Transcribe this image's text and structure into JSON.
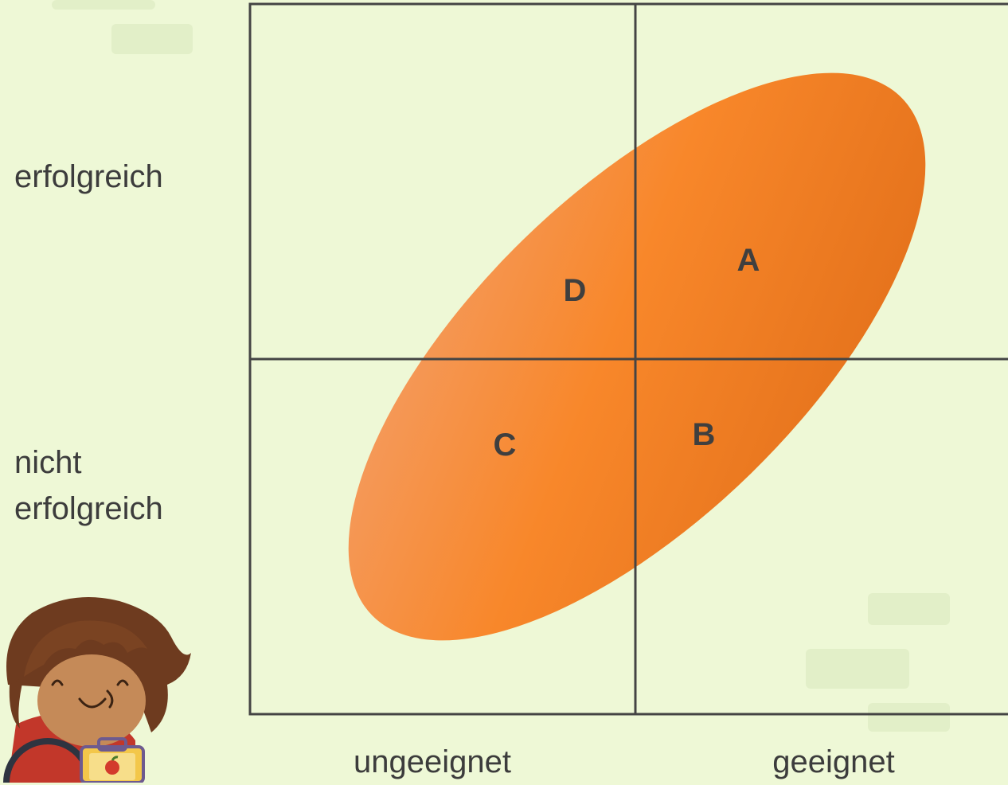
{
  "diagram": {
    "y_axis": {
      "top_label": "erfolgreich",
      "bottom_label_line1": "nicht",
      "bottom_label_line2": "erfolgreich"
    },
    "x_axis": {
      "left_label": "ungeeignet",
      "right_label": "geeignet"
    },
    "quadrants": {
      "a": "A",
      "b": "B",
      "c": "C",
      "d": "D"
    },
    "colors": {
      "background": "#eef8d6",
      "grid_lines": "#444444",
      "ellipse_light": "#f5935a",
      "ellipse_main": "#f8862c",
      "ellipse_dark": "#e8721a"
    }
  }
}
